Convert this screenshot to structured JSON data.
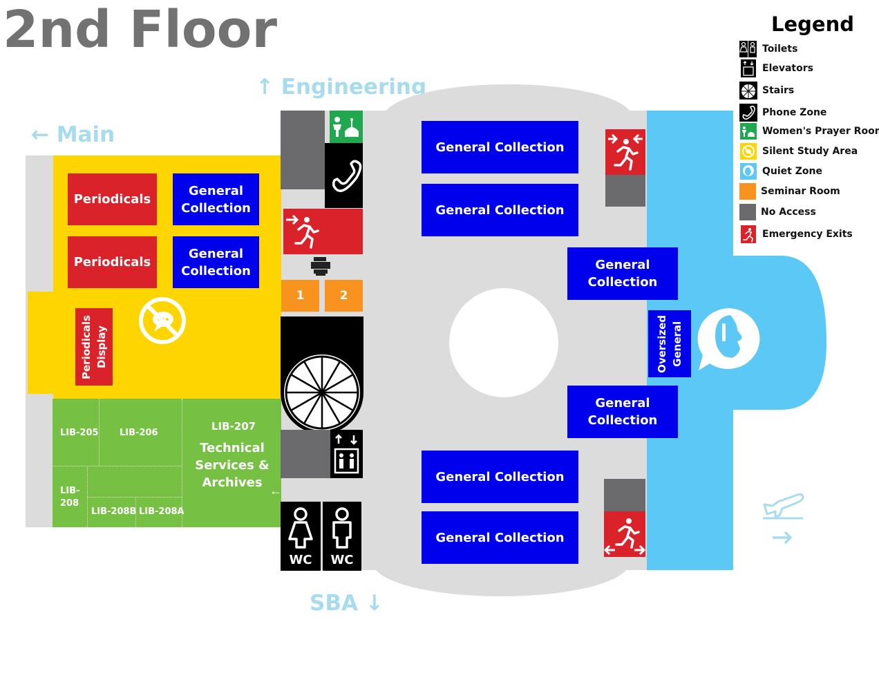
{
  "title": "2nd Floor",
  "directions": {
    "engineering": "Engineering",
    "main": "Main",
    "sba": "SBA"
  },
  "rooms": {
    "periodicals_1": "Periodicals",
    "periodicals_2": "Periodicals",
    "general_left_1": "General\nCollection",
    "general_left_2": "General\nCollection",
    "periodicals_display": "Periodicals\nDisplay",
    "lib205": "LIB-205",
    "lib206": "LIB-206",
    "lib207": "LIB-207",
    "technical": "Technical\nServices &\nArchives",
    "lib208": "LIB-\n208",
    "lib208b": "LIB-208B",
    "lib208a": "LIB-208A",
    "seminar_1": "1",
    "seminar_2": "2",
    "wc_women": "WC",
    "wc_men": "WC",
    "gc_center_1": "General Collection",
    "gc_center_2": "General Collection",
    "gc_center_3": "General Collection",
    "gc_center_4": "General Collection",
    "gc_right_1": "General\nCollection",
    "gc_right_2": "General\nCollection",
    "oversized": "Oversized\nGeneral"
  },
  "legend": {
    "title": "Legend",
    "items": [
      {
        "label": "Toilets",
        "icon": "toilets-icon"
      },
      {
        "label": "Elevators",
        "icon": "elevator-icon"
      },
      {
        "label": "Stairs",
        "icon": "stairs-icon"
      },
      {
        "label": "Phone Zone",
        "icon": "phone-icon"
      },
      {
        "label": "Women's Prayer Room",
        "icon": "prayer-room-icon"
      },
      {
        "label": "Silent Study Area",
        "icon": "silent-study-icon"
      },
      {
        "label": "Quiet Zone",
        "icon": "quiet-zone-icon"
      },
      {
        "label": "Seminar Room",
        "icon": "seminar-room-swatch"
      },
      {
        "label": "No Access",
        "icon": "no-access-swatch"
      },
      {
        "label": "Emergency Exits",
        "icon": "emergency-exit-icon"
      }
    ]
  },
  "colors": {
    "periodicals": "#d9222a",
    "collection": "#0000ec",
    "silent_study": "#ffd500",
    "rooms_green": "#76c043",
    "quiet_zone": "#5bc8f5",
    "seminar": "#f7931e",
    "no_access": "#6b6b6d",
    "corridor": "#dcdcdd",
    "prayer": "#1fa84f",
    "directions": "#a7dcee"
  }
}
